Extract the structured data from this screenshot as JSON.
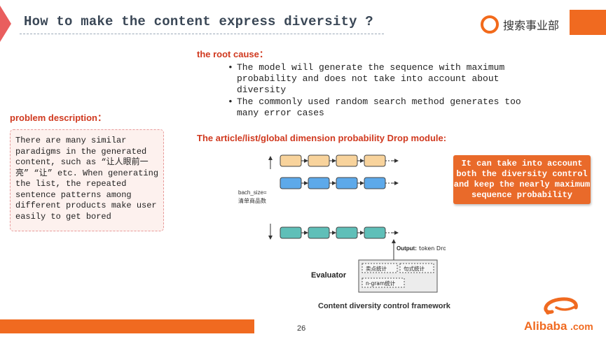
{
  "header": {
    "title": "How to make the content express diversity ?",
    "org_name": "搜索事业部"
  },
  "root_cause": {
    "label": "the root cause：",
    "items": [
      "The model will generate the sequence with maximum probability and does not take into account about diversity",
      "The commonly used random search method generates too many error cases"
    ]
  },
  "problem": {
    "label": "problem description：",
    "text": "There are many similar paradigms in the generated content, such as “让人眼前一亮” “让” etc. When generating the list, the repeated sentence patterns among different products make user easily to get bored"
  },
  "module": {
    "label": "The article/list/global dimension probability Drop module:",
    "callout": "It can take into account both the diversity control and keep the nearly maximum sequence probability"
  },
  "diagram": {
    "bach_size_label": "bach_size=",
    "bach_size_cn": "清单商品数",
    "output_label": "Output:",
    "output_value": "token Drop概率",
    "evaluator_label": "Evaluator",
    "eval_items": [
      "卖点统计",
      "句式统计",
      "n-gram统计"
    ],
    "colors": {
      "row1_fill": "#f8d39c",
      "row2_fill": "#5da9ea",
      "row3_fill": "#5fbfb8",
      "box_stroke": "#444444"
    }
  },
  "footer": {
    "caption": "Content diversity control framework",
    "page_number": "26",
    "brand": "Alibaba",
    "brand_suffix": ".com"
  },
  "colors": {
    "accent": "#f06a20",
    "label_red": "#d0391f",
    "title": "#3a4756"
  }
}
